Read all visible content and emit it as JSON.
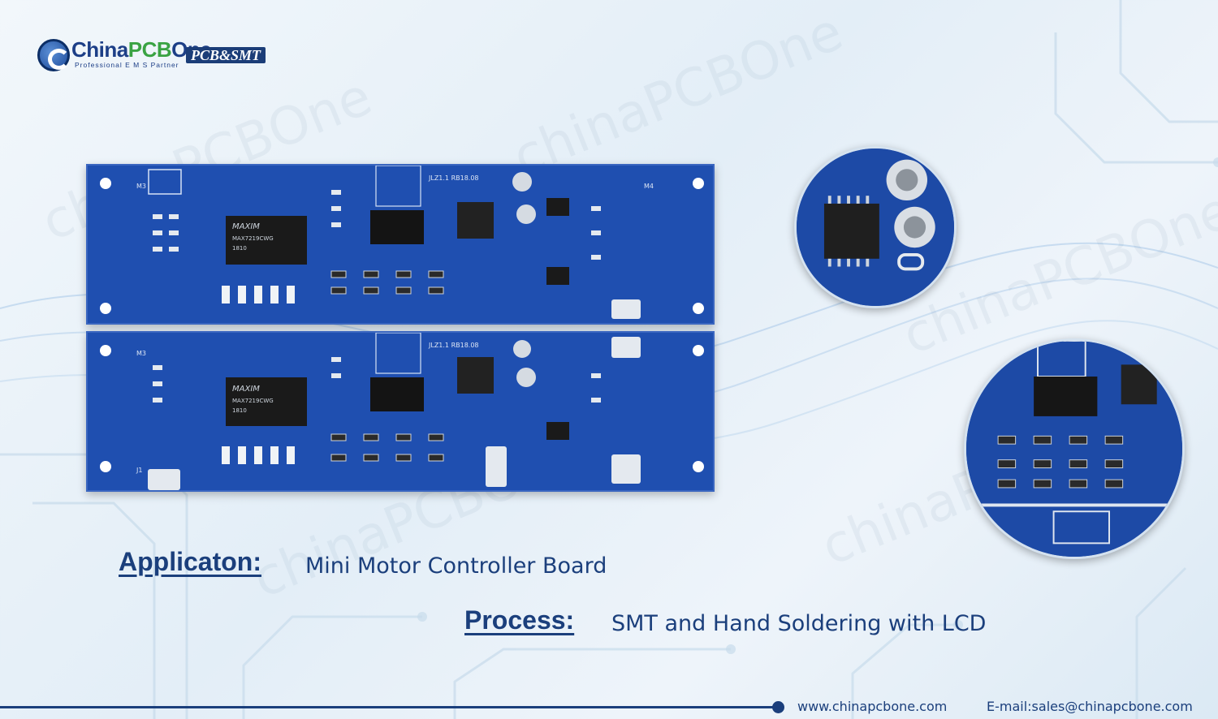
{
  "brand": {
    "name_part1": "China",
    "name_part2": "PCB",
    "name_part3": "One",
    "tagline": "Professional  E M S Partner",
    "badge": "PCB&SMT"
  },
  "watermark_text": "chinaPCBOne",
  "application": {
    "label": "Applicaton:",
    "value": "Mini Motor Controller Board"
  },
  "process": {
    "label": "Process:",
    "value": "SMT and Hand Soldering with LCD"
  },
  "footer": {
    "website": "www.chinapcbone.com",
    "email": "E-mail:sales@chinapcbone.com"
  },
  "pcb_markings": {
    "chip_brand": "MAXIM",
    "chip_part": "MAX7219CWG",
    "chip_code": "1810",
    "silk_top": "JLZ1.1 RB18.08",
    "m3": "M3",
    "m4": "M4",
    "j1": "J1"
  },
  "colors": {
    "pcb_blue": "#1f4fb0",
    "text_navy": "#1b3f7c",
    "brand_green": "#3aa343"
  }
}
